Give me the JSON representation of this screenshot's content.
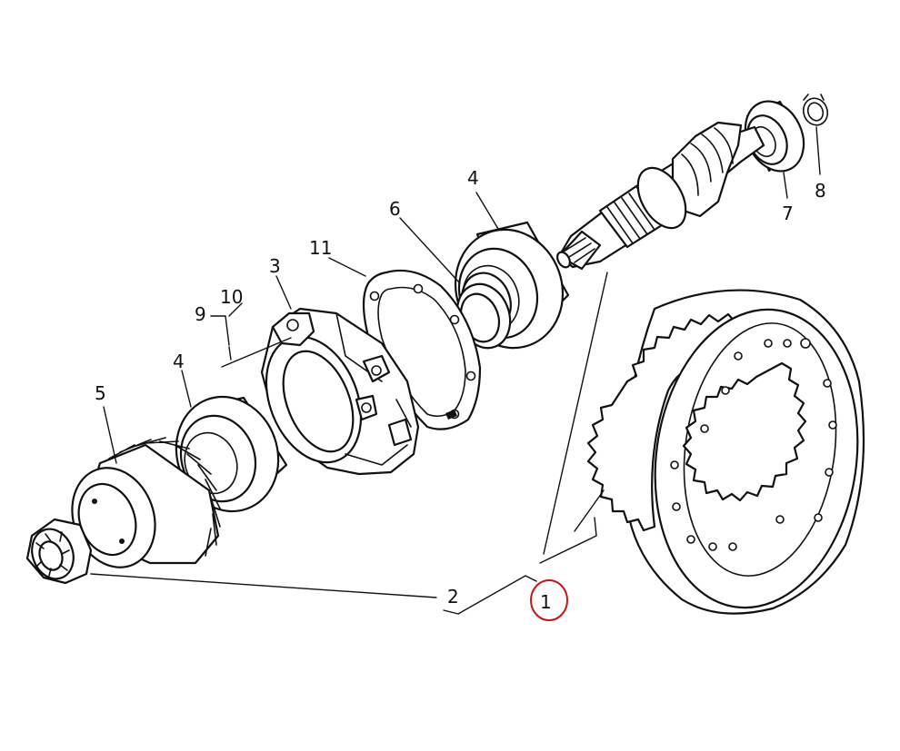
{
  "callouts": {
    "n1": "1",
    "n2": "2",
    "n3": "3",
    "n4a": "4",
    "n4b": "4",
    "n5": "5",
    "n6": "6",
    "n7": "7",
    "n8": "8",
    "n9": "9",
    "n10": "10",
    "n11": "11"
  },
  "colors": {
    "ink": "#111111",
    "paper": "#ffffff",
    "highlight": "#cc1111"
  },
  "highlighted_callout": "1"
}
